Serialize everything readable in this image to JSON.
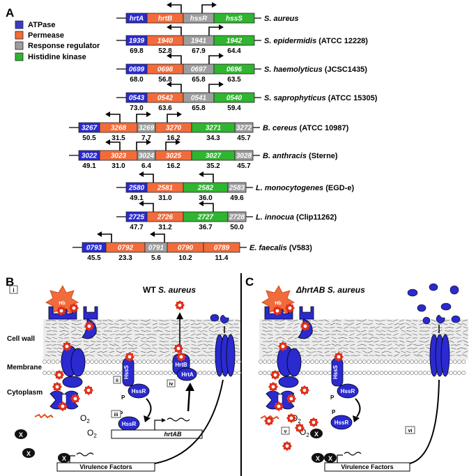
{
  "panel_a": {
    "label": "A",
    "legend": [
      {
        "label": "ATPase",
        "color": "#3a3ac8"
      },
      {
        "label": "Permease",
        "color": "#f26b3a"
      },
      {
        "label": "Response regulator",
        "color": "#9e9e9e"
      },
      {
        "label": "Histidine kinase",
        "color": "#2fb52f"
      }
    ],
    "rows": [
      {
        "species": "S. aureus",
        "strain": "",
        "genes": [
          {
            "t": "a",
            "n": "hrtA"
          },
          {
            "t": "p",
            "n": "hrtB"
          },
          {
            "t": "r",
            "n": "hssR"
          },
          {
            "t": "k",
            "n": "hssS"
          }
        ],
        "values": []
      },
      {
        "species": "S. epidermidis",
        "strain": "(ATCC 12228)",
        "genes": [
          {
            "t": "a",
            "n": "1939"
          },
          {
            "t": "p",
            "n": "1940"
          },
          {
            "t": "r",
            "n": "1941"
          },
          {
            "t": "k",
            "n": "1942"
          }
        ],
        "values": [
          "69.8",
          "52.8",
          "67.9",
          "64.4"
        ]
      },
      {
        "species": "S. haemolyticus",
        "strain": "(JCSC1435)",
        "genes": [
          {
            "t": "a",
            "n": "0699"
          },
          {
            "t": "p",
            "n": "0698"
          },
          {
            "t": "r",
            "n": "0697"
          },
          {
            "t": "k",
            "n": "0696"
          }
        ],
        "values": [
          "68.0",
          "56.8",
          "65.8",
          "63.5"
        ]
      },
      {
        "species": "S. saprophyticus",
        "strain": "(ATCC 15305)",
        "genes": [
          {
            "t": "a",
            "n": "0543"
          },
          {
            "t": "p",
            "n": "0542"
          },
          {
            "t": "r",
            "n": "0541"
          },
          {
            "t": "k",
            "n": "0540"
          }
        ],
        "values": [
          "73.0",
          "63.6",
          "65.8",
          "59.4"
        ]
      },
      {
        "species": "B. cereus",
        "strain": "(ATCC 10987)",
        "genes": [
          {
            "t": "a",
            "n": "3267"
          },
          {
            "t": "p",
            "n": "3268"
          },
          {
            "t": "r",
            "n": "3269"
          },
          {
            "t": "p",
            "n": "3270"
          },
          {
            "t": "k",
            "n": "3271"
          },
          {
            "t": "r",
            "n": "3272"
          }
        ],
        "values": [
          "50.5",
          "31.5",
          "7.7",
          "16.2",
          "34.3",
          "45.7"
        ]
      },
      {
        "species": "B. anthracis",
        "strain": "(Sterne)",
        "genes": [
          {
            "t": "a",
            "n": "3022"
          },
          {
            "t": "p",
            "n": "3023"
          },
          {
            "t": "r",
            "n": "3024"
          },
          {
            "t": "p",
            "n": "3025"
          },
          {
            "t": "k",
            "n": "3027"
          },
          {
            "t": "r",
            "n": "3028"
          }
        ],
        "values": [
          "49.1",
          "31.0",
          "6.4",
          "16.2",
          "35.2",
          "45.7"
        ]
      },
      {
        "species": "L. monocytogenes",
        "strain": "(EGD-e)",
        "genes": [
          {
            "t": "a",
            "n": "2580"
          },
          {
            "t": "p",
            "n": "2581"
          },
          {
            "t": "k",
            "n": "2582"
          },
          {
            "t": "r",
            "n": "2583"
          }
        ],
        "values": [
          "49.1",
          "31.0",
          "36.0",
          "49.6"
        ]
      },
      {
        "species": "L. innocua",
        "strain": "(Clip11262)",
        "genes": [
          {
            "t": "a",
            "n": "2725"
          },
          {
            "t": "p",
            "n": "2726"
          },
          {
            "t": "k",
            "n": "2727"
          },
          {
            "t": "r",
            "n": "2728"
          }
        ],
        "values": [
          "47.7",
          "31.2",
          "36.7",
          "50.0"
        ]
      },
      {
        "species": "E. faecalis",
        "strain": "(V583)",
        "genes": [
          {
            "t": "a",
            "n": "0793"
          },
          {
            "t": "p",
            "n": "0792"
          },
          {
            "t": "r",
            "n": "0791"
          },
          {
            "t": "p",
            "n": "0790"
          },
          {
            "t": "p",
            "n": "0789"
          }
        ],
        "values": [
          "45.5",
          "23.3",
          "5.6",
          "10.2",
          "11.4"
        ]
      }
    ]
  },
  "panel_b": {
    "label": "B",
    "title_prefix": "WT ",
    "title_species": "S. aureus",
    "marker_i": "i",
    "marker_ii": "ii",
    "marker_iii": "iii",
    "marker_iv": "iv",
    "cell_wall": "Cell wall",
    "membrane": "Membrane",
    "cytoplasm": "Cytoplasm",
    "hb": "Hb",
    "hssS": "HssS",
    "hssR": "HssR",
    "hrtB": "HrtB",
    "hrtA": "HrtA",
    "p": "P",
    "o2": "O",
    "o2_sub": "2",
    "x": "X",
    "gene": "hrtAB",
    "virulence": "Virulence Factors"
  },
  "panel_c": {
    "label": "C",
    "title_prefix": "ΔhrtAB ",
    "title_species": "S. aureus",
    "marker_v": "v",
    "marker_vi": "vi"
  }
}
